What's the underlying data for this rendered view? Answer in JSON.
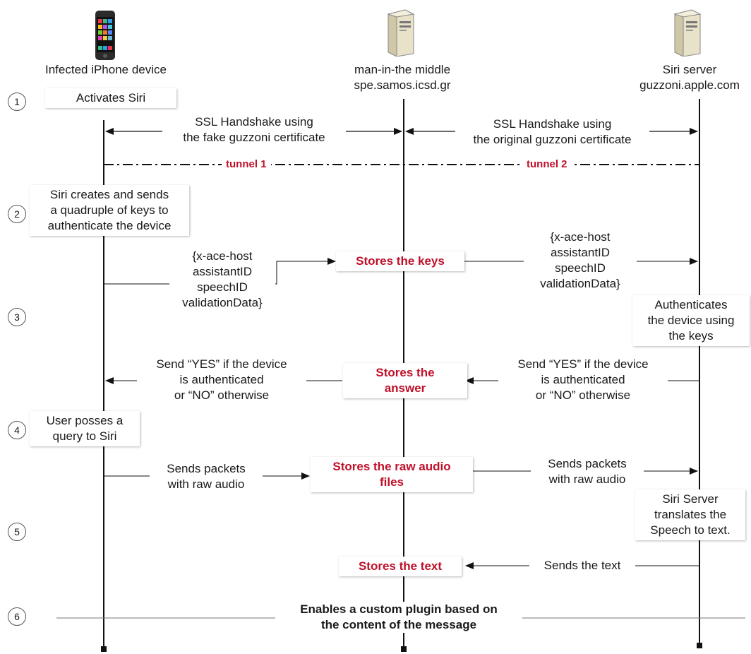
{
  "entities": {
    "iphone": {
      "label": "Infected iPhone device",
      "icon": "iphone-icon"
    },
    "mitm": {
      "line1": "man-in-the middle",
      "line2": "spe.samos.icsd.gr",
      "icon": "server-icon"
    },
    "siri": {
      "line1": "Siri server",
      "line2": "guzzoni.apple.com",
      "icon": "server-icon"
    }
  },
  "steps": [
    "1",
    "2",
    "3",
    "4",
    "5",
    "6"
  ],
  "notes": {
    "activates": "Activates Siri",
    "creates": [
      "Siri creates and sends",
      "a quadruple of keys to",
      "authenticate the device"
    ],
    "authenticates": [
      "Authenticates",
      "the device using",
      "the keys"
    ],
    "user_query": [
      "User posses a",
      "query to Siri"
    ],
    "translates": [
      "Siri Server",
      "translates the",
      "Speech to text."
    ]
  },
  "messages": {
    "ssl_fake": [
      "SSL Handshake using",
      "the fake guzzoni certificate"
    ],
    "ssl_orig": [
      "SSL Handshake using",
      "the original guzzoni certificate"
    ],
    "tunnel1": "tunnel 1",
    "tunnel2": "tunnel 2",
    "keys_left": [
      "{x-ace-host",
      "assistantID",
      "speechID",
      "validationData}"
    ],
    "keys_right": [
      "{x-ace-host",
      "assistantID",
      "speechID",
      "validationData}"
    ],
    "answer_left": [
      "Send “YES” if the device",
      "is authenticated",
      "or “NO” otherwise"
    ],
    "answer_right": [
      "Send “YES” if the device",
      "is authenticated",
      "or “NO” otherwise"
    ],
    "audio_left": [
      "Sends packets",
      "with raw audio"
    ],
    "audio_right": [
      "Sends packets",
      "with raw audio"
    ],
    "sends_text": "Sends the text"
  },
  "mitm_actions": {
    "keys": "Stores the keys",
    "answer": [
      "Stores the",
      "answer"
    ],
    "audio": [
      "Stores the raw audio",
      "files"
    ],
    "text": "Stores the text"
  },
  "plugin": [
    "Enables a custom plugin based on",
    "the content of the message"
  ],
  "colors": {
    "accent": "#c0102a",
    "line": "#111111"
  }
}
